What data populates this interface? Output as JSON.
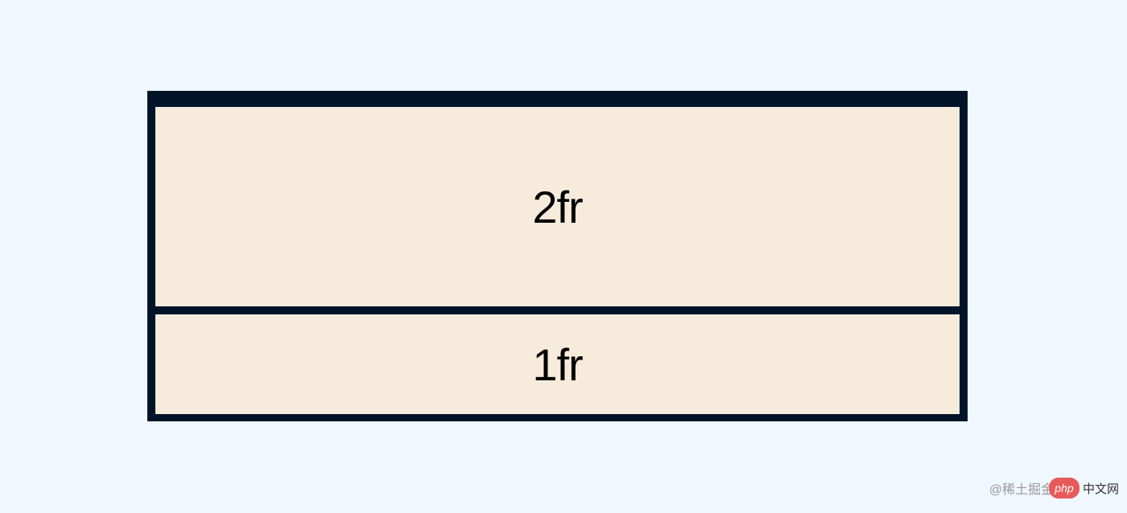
{
  "grid": {
    "rows": [
      {
        "label": "2fr"
      },
      {
        "label": "1fr"
      }
    ]
  },
  "colors": {
    "background": "#f0f7ff",
    "frame": "#021429",
    "cell": "#f7ecdc"
  },
  "watermark": {
    "prefix": "@稀土掘金",
    "badge": "php",
    "suffix": "中文网"
  }
}
